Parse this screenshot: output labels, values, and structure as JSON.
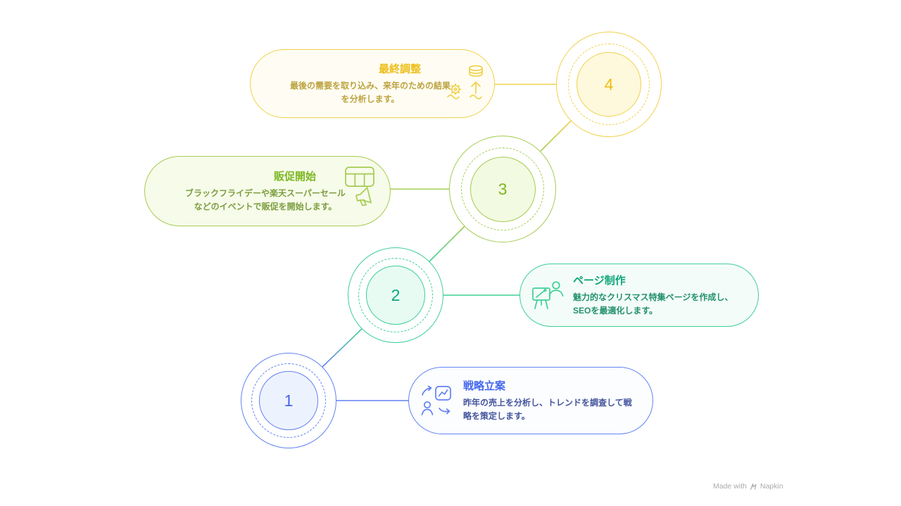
{
  "steps": [
    {
      "number": "1",
      "title": "戦略立案",
      "description": "昨年の売上を分析し、トレンドを調査して戦略を策定します。"
    },
    {
      "number": "2",
      "title": "ページ制作",
      "description": "魅力的なクリスマス特集ページを作成し、SEOを最適化します。"
    },
    {
      "number": "3",
      "title": "販促開始",
      "description": "ブラックフライデーや楽天スーパーセールなどのイベントで販促を開始します。"
    },
    {
      "number": "4",
      "title": "最終調整",
      "description": "最後の需要を取り込み、来年のための結果を分析します。"
    }
  ],
  "footer": {
    "made_with": "Made with",
    "brand": "Napkin"
  },
  "colors": {
    "s1-accent": "#6282F3",
    "s1-title": "#4467EC",
    "s1-text": "#44549C",
    "s1-circle": "#EDF2FF",
    "s1-card": "#FCFDFF",
    "s2-accent": "#3FCF97",
    "s2-title": "#0DA678",
    "s2-text": "#23916C",
    "s2-circle": "#E7FBF3",
    "s2-card": "#F3FCF8",
    "s3-accent": "#A4CC52",
    "s3-title": "#7CB721",
    "s3-text": "#7C9E3F",
    "s3-circle": "#F3FAE2",
    "s3-card": "#F7FBEA",
    "s4-accent": "#F0D14B",
    "s4-title": "#EDBE18",
    "s4-text": "#BCA23E",
    "s4-circle": "#FEF8DC",
    "s4-card": "#FFFDF3"
  }
}
